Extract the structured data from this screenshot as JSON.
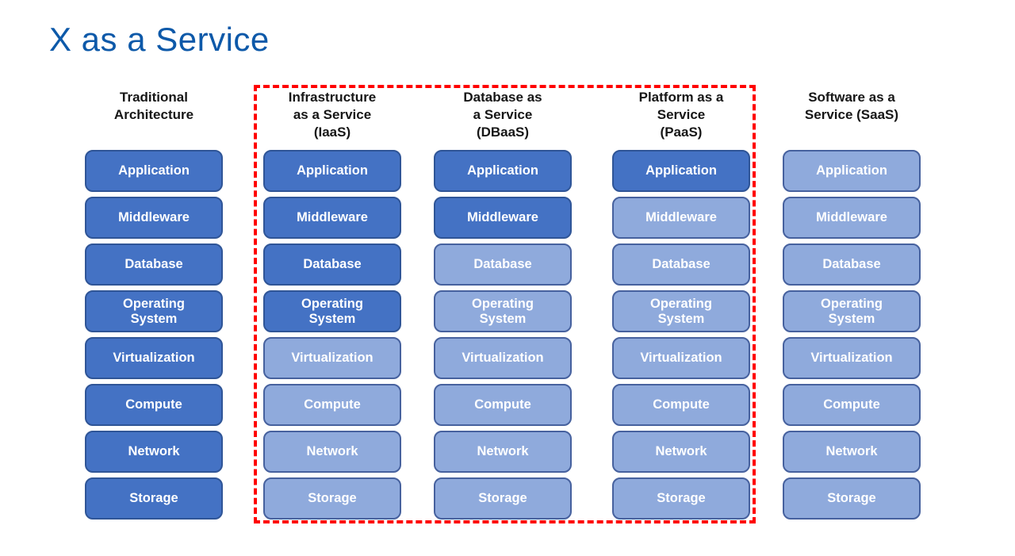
{
  "title": "X as a Service",
  "colors": {
    "title": "#0d59a9",
    "dark_fill": "#4472c4",
    "dark_border": "#2f5597",
    "light_fill": "#8faadc",
    "light_border": "#46619e",
    "highlight_border": "#ff0000",
    "box_text": "#ffffff",
    "header_text": "#161616"
  },
  "layers": [
    "Application",
    "Middleware",
    "Database",
    "Operating\nSystem",
    "Virtualization",
    "Compute",
    "Network",
    "Storage"
  ],
  "columns": [
    {
      "id": "traditional",
      "header": "Traditional\nArchitecture",
      "dark_count": 8
    },
    {
      "id": "iaas",
      "header": "Infrastructure\nas a Service\n(IaaS)",
      "dark_count": 4
    },
    {
      "id": "dbaas",
      "header": "Database as\na Service\n(DBaaS)",
      "dark_count": 2
    },
    {
      "id": "paas",
      "header": "Platform as a\nService\n(PaaS)",
      "dark_count": 1
    },
    {
      "id": "saas",
      "header": "Software as a\nService (SaaS)",
      "dark_count": 0
    }
  ],
  "highlighted_columns": [
    "iaas",
    "dbaas",
    "paas"
  ]
}
